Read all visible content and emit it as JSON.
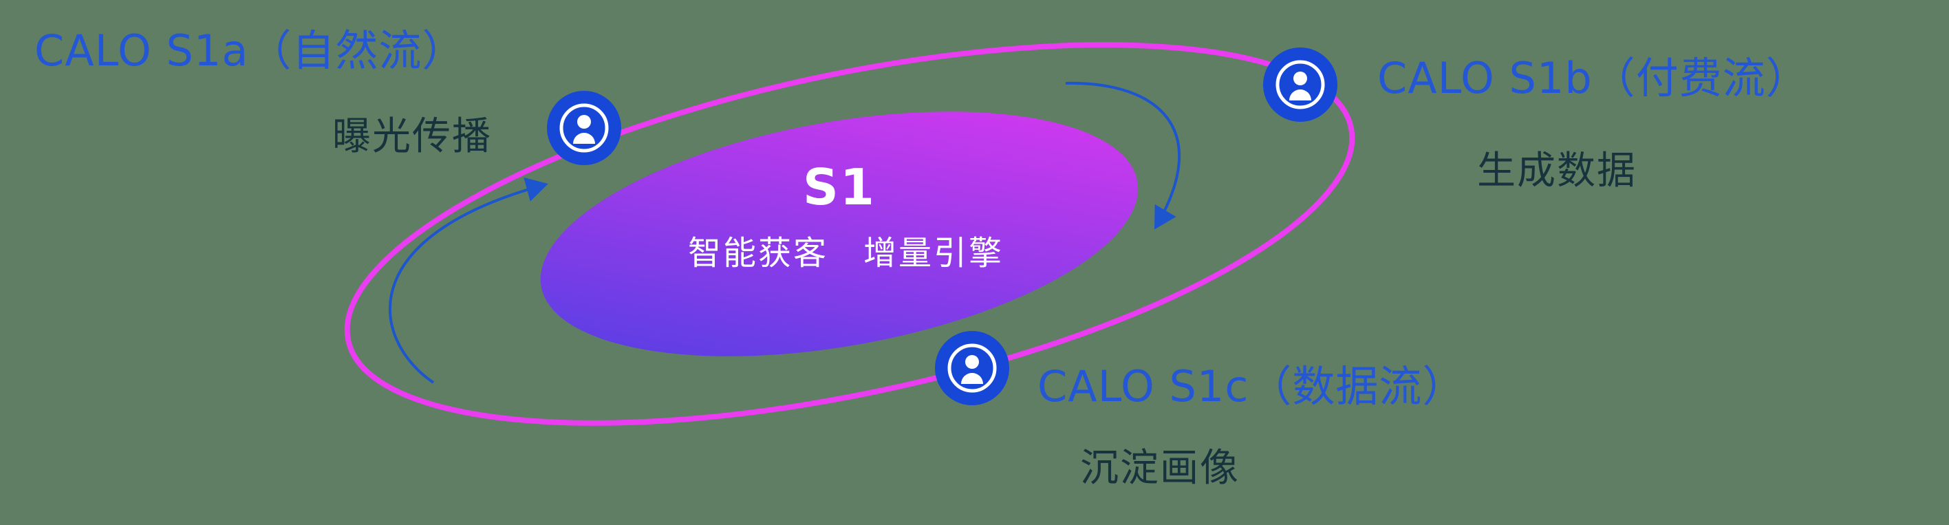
{
  "colors": {
    "bg": "#5f7e63",
    "label_blue": "#2457d6",
    "label_dark": "#17333d",
    "orbit": "#ea3cf1",
    "grad_start": "#4a3fe2",
    "grad_end": "#e138f0",
    "icon_blue": "#1747d6",
    "arrow": "#1d55cf",
    "core_text": "#ffffff"
  },
  "core": {
    "title": "S1",
    "subtitle": "智能获客　增量引擎"
  },
  "nodes": [
    {
      "id": "s1a",
      "title": "CALO S1a（自然流）",
      "subtitle": "曝光传播",
      "icon": "user-icon"
    },
    {
      "id": "s1b",
      "title": "CALO S1b（付费流）",
      "subtitle": "生成数据",
      "icon": "user-icon"
    },
    {
      "id": "s1c",
      "title": "CALO S1c（数据流）",
      "subtitle": "沉淀画像",
      "icon": "user-icon"
    }
  ]
}
